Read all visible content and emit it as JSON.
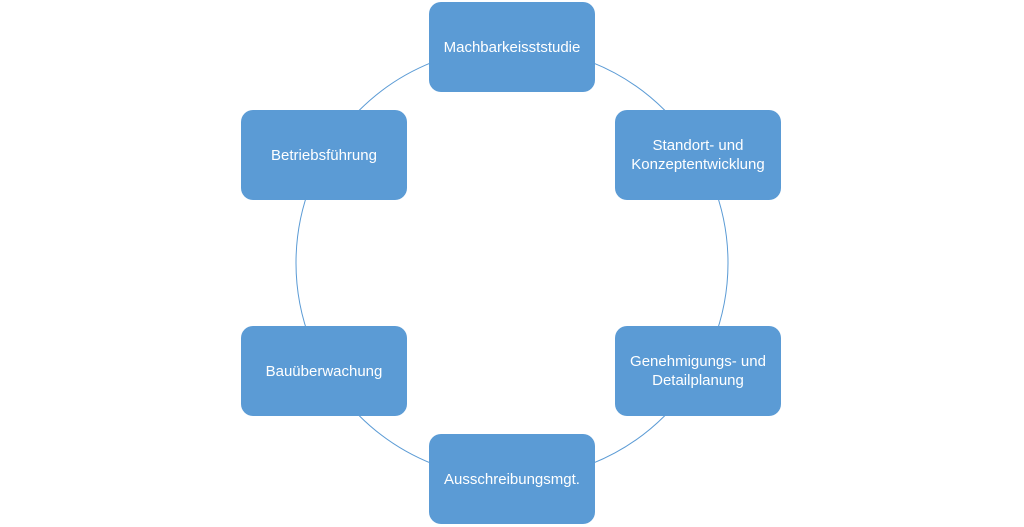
{
  "diagram": {
    "type": "cycle",
    "accent_color": "#5b9bd5",
    "connector_color": "#5b9bd5",
    "text_color": "#ffffff",
    "nodes": [
      {
        "label": "Machbarkeisststudie"
      },
      {
        "label": "Standort- und\nKonzeptentwicklung"
      },
      {
        "label": "Genehmigungs- und\nDetailplanung"
      },
      {
        "label": "Ausschreibungsmgt."
      },
      {
        "label": "Bauüberwachung"
      },
      {
        "label": "Betriebsführung"
      }
    ]
  }
}
